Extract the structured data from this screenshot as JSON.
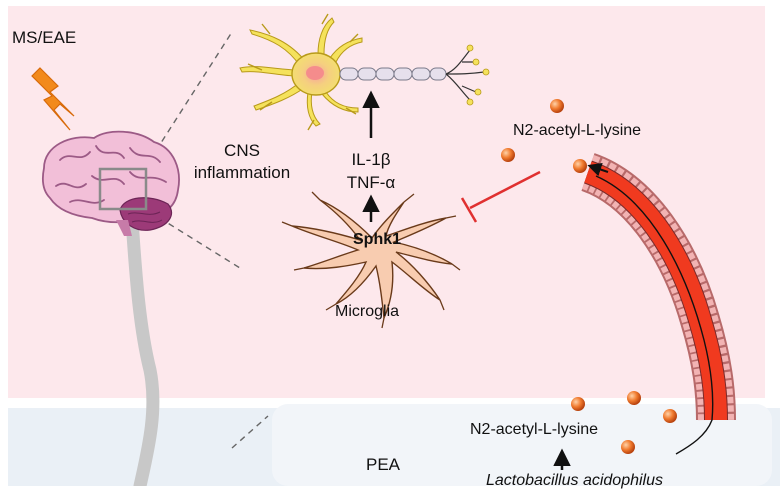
{
  "labels": {
    "condition": "MS/EAE",
    "cns_inflammation_line1": "CNS",
    "cns_inflammation_line2": "inflammation",
    "cytokine_1": "IL-1β",
    "cytokine_2": "TNF-α",
    "sphk1": "Sphk1",
    "microglia": "Microglia",
    "metabolite_top": "N2-acetyl-L-lysine",
    "metabolite_bottom": "N2-acetyl-L-lysine",
    "region": "PEA",
    "bacterium": "Lactobacillus acidophilus"
  },
  "colors": {
    "cns_panel": "#fde8ec",
    "gut_panel": "#eaf0f6",
    "vessel_red": "#f03a1f",
    "vessel_wall": "#f2b3b3",
    "inhibit_red": "#e03030",
    "particle": "#f07a2e",
    "microglia_fill": "#f8ccb0",
    "neuron_yellow": "#f5e25c",
    "axon_fill": "#e6e0ec",
    "brain_pink": "#f2bfd8",
    "cerebellum": "#9c3a78",
    "lightning": "#f28a1c",
    "spinal_cord": "#c8c8c8"
  }
}
